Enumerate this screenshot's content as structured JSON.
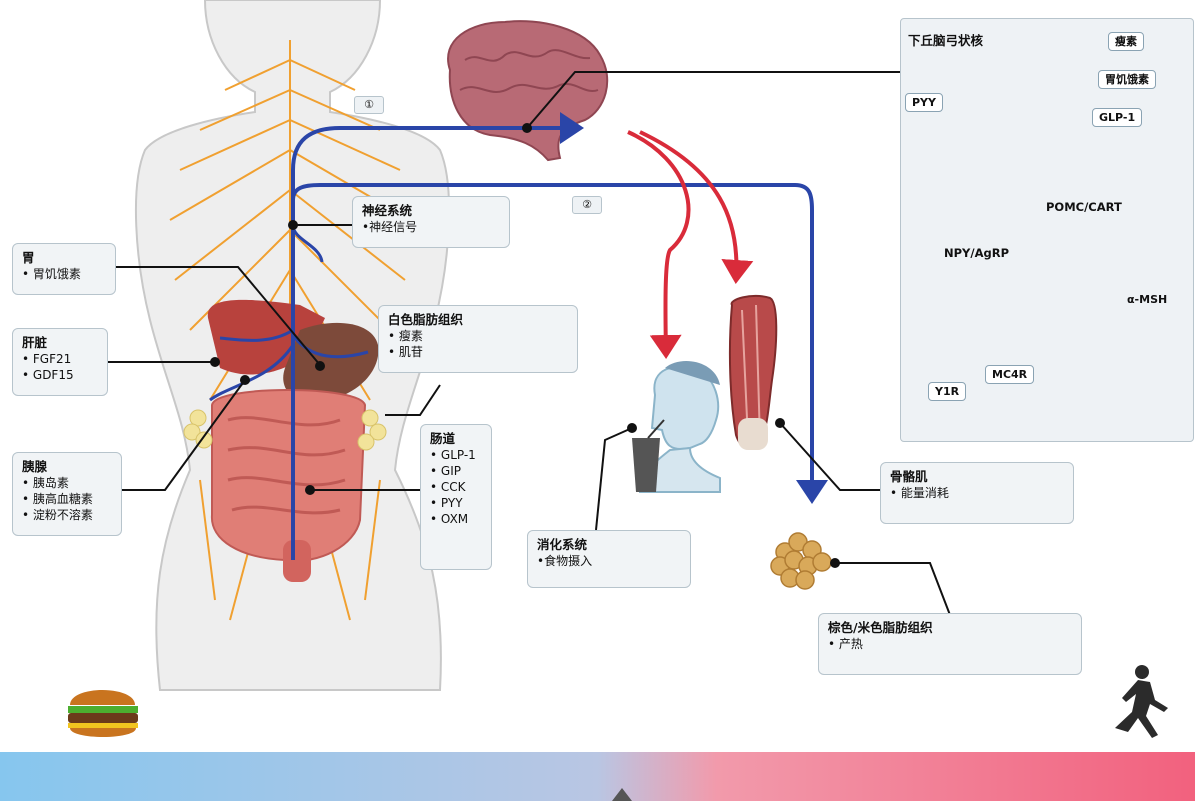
{
  "markers": {
    "one": "①",
    "two": "②"
  },
  "boxes": {
    "stomach": {
      "title": "胃",
      "items": [
        "• 胃饥饿素"
      ]
    },
    "liver": {
      "title": "肝脏",
      "items": [
        "• FGF21",
        "• GDF15"
      ]
    },
    "pancreas": {
      "title": "胰腺",
      "items": [
        "• 胰岛素",
        "• 胰高血糖素",
        "• 淀粉不溶素"
      ]
    },
    "nervous": {
      "title": "神经系统",
      "items": [
        "•神经信号"
      ]
    },
    "wat": {
      "title": "白色脂肪组织",
      "items": [
        "• 瘦素",
        "• 肌苷"
      ]
    },
    "gut": {
      "title": "肠道",
      "items": [
        "• GLP-1",
        "• GIP",
        "• CCK",
        "• PYY",
        "• OXM"
      ]
    },
    "digestive": {
      "title": "消化系统",
      "items": [
        "•食物摄入"
      ]
    },
    "muscle": {
      "title": "骨骼肌",
      "items": [
        "• 能量消耗"
      ]
    },
    "bat": {
      "title": "棕色/米色脂肪组织",
      "items": [
        "• 产热"
      ]
    }
  },
  "hypothalamus": {
    "title": "下丘脑弓状核",
    "leptin": "瘦素",
    "ghrelin": "胃饥饿素",
    "glp1": "GLP-1",
    "pyy": "PYY",
    "npy": "NPY/AgRP",
    "pomc": "POMC/CART",
    "amsh": "α-MSH",
    "mc4r": "MC4R",
    "y1r": "Y1R"
  },
  "colors": {
    "blue_arrow": "#2a45a8",
    "red_arrow": "#d92b3a",
    "bar_left": "#8cc8ee",
    "bar_right": "#f2708a",
    "nerve": "#f0a030"
  }
}
